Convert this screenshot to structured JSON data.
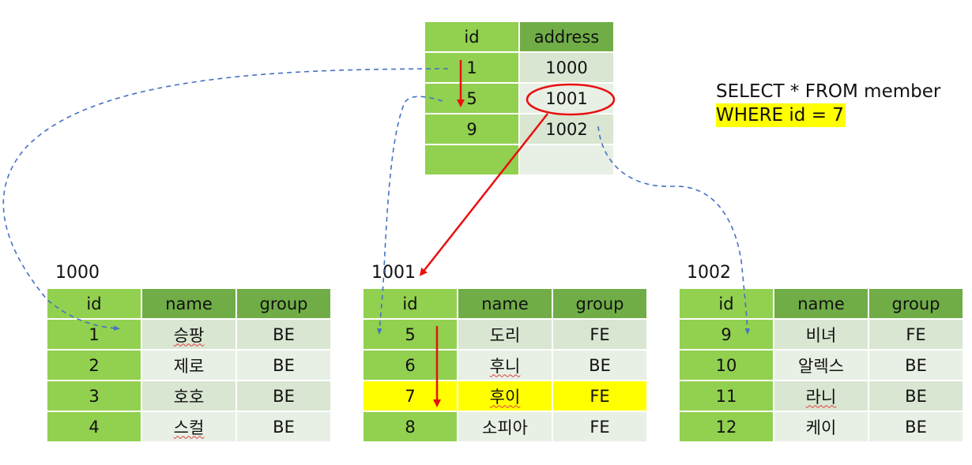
{
  "index_table": {
    "headers": [
      "id",
      "address"
    ],
    "rows": [
      {
        "id": "1",
        "address": "1000"
      },
      {
        "id": "5",
        "address": "1001"
      },
      {
        "id": "9",
        "address": "1002"
      },
      {
        "id": "",
        "address": ""
      }
    ]
  },
  "sql": {
    "line1": "SELECT * FROM member",
    "line2": "WHERE id = 7"
  },
  "pages": [
    {
      "address": "1000",
      "headers": [
        "id",
        "name",
        "group"
      ],
      "rows": [
        {
          "id": "1",
          "name": "승팡",
          "group": "BE"
        },
        {
          "id": "2",
          "name": "제로",
          "group": "BE"
        },
        {
          "id": "3",
          "name": "호호",
          "group": "BE"
        },
        {
          "id": "4",
          "name": "스컬",
          "group": "BE"
        }
      ]
    },
    {
      "address": "1001",
      "headers": [
        "id",
        "name",
        "group"
      ],
      "rows": [
        {
          "id": "5",
          "name": "도리",
          "group": "FE"
        },
        {
          "id": "6",
          "name": "후니",
          "group": "BE"
        },
        {
          "id": "7",
          "name": "후이",
          "group": "FE"
        },
        {
          "id": "8",
          "name": "소피아",
          "group": "FE"
        }
      ]
    },
    {
      "address": "1002",
      "headers": [
        "id",
        "name",
        "group"
      ],
      "rows": [
        {
          "id": "9",
          "name": "비녀",
          "group": "FE"
        },
        {
          "id": "10",
          "name": "알렉스",
          "group": "BE"
        },
        {
          "id": "11",
          "name": "라니",
          "group": "BE"
        },
        {
          "id": "12",
          "name": "케이",
          "group": "BE"
        }
      ]
    }
  ],
  "colors": {
    "header_green": "#70ad47",
    "id_green": "#92d050",
    "highlight_yellow": "#ffff00",
    "arrow_red": "#e81010",
    "pointer_blue": "#4472c4"
  }
}
